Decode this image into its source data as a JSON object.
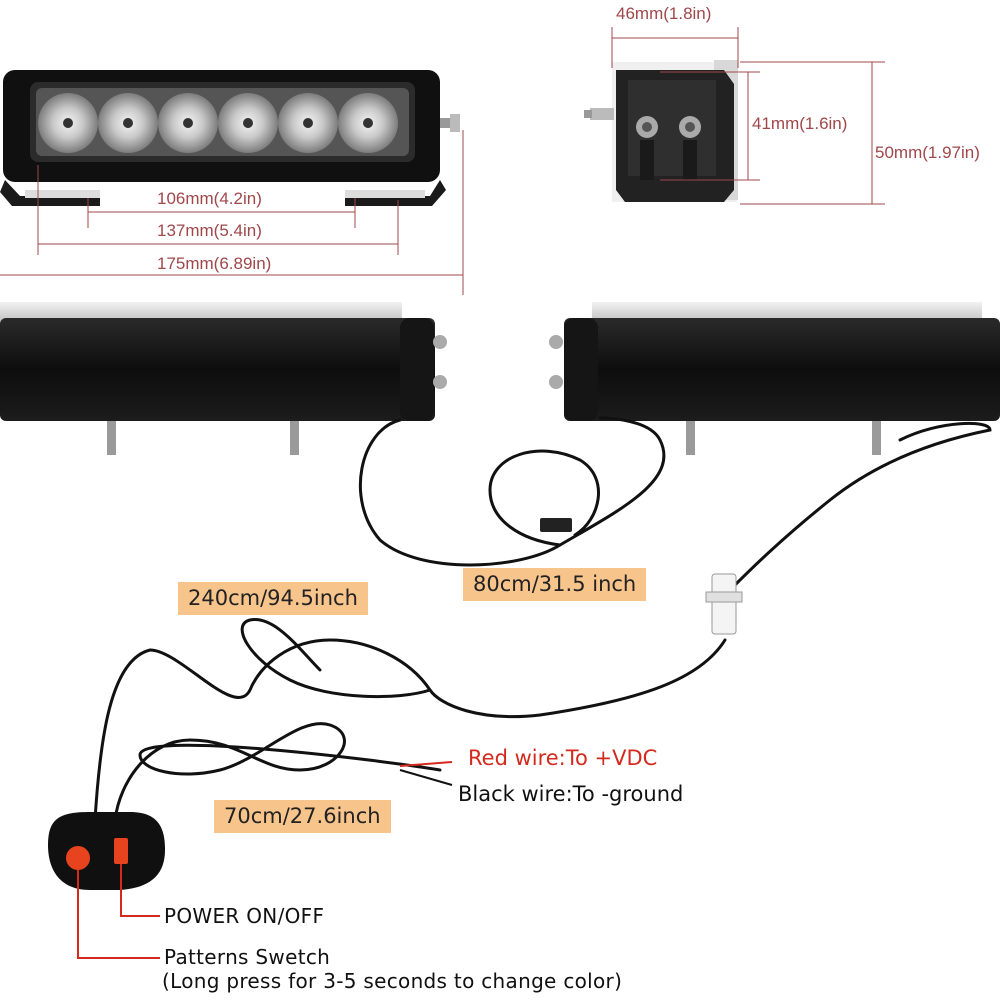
{
  "dimensions": {
    "width_mount_inner": "106mm(4.2in)",
    "width_mount_outer": "137mm(5.4in)",
    "width_total": "175mm(6.89in)",
    "end_width": "46mm(1.8in)",
    "end_inner_height": "41mm(1.6in)",
    "end_height": "50mm(1.97in)"
  },
  "cables": {
    "between_bars": "80cm/31.5 inch",
    "to_switch": "240cm/94.5inch",
    "power_lead": "70cm/27.6inch"
  },
  "wiring": {
    "red_wire": "Red wire:To +VDC",
    "black_wire": "Black wire:To -ground"
  },
  "switch": {
    "power_label": "POWER ON/OFF",
    "patterns_label": "Patterns Swetch",
    "patterns_note": "(Long press for 3-5 seconds to change color)"
  },
  "colors": {
    "dimension_text": "#a0474a",
    "label_background": "#f7c48c",
    "red_wire": "#d42a1e",
    "switch_red": "#e8431f"
  },
  "icons": [
    "light-bar-front-view",
    "light-bar-end-view",
    "light-bar-left",
    "light-bar-right",
    "connector",
    "control-switch"
  ]
}
